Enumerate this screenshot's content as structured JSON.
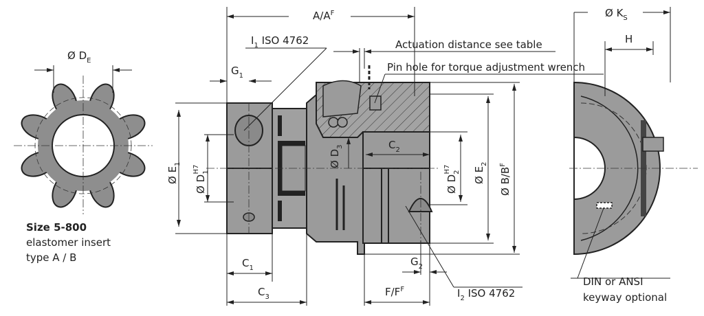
{
  "colors": {
    "metal": "#9b9b9b",
    "metal_dark": "#7a7a7a",
    "outline": "#222222",
    "background": "#ffffff"
  },
  "insert": {
    "dim_de": {
      "main": "Ø D",
      "sub": "E"
    },
    "caption_size": "Size 5-800",
    "caption_line2": "elastomer insert",
    "caption_line3": "type A / B"
  },
  "coupling": {
    "dim_a": {
      "main": "A/A",
      "sup": "F"
    },
    "screw1": {
      "main": "I",
      "sub": "1",
      "rest": " ISO 4762"
    },
    "g1": {
      "main": "G",
      "sub": "1"
    },
    "actuation": "Actuation distance see table",
    "pin_hole": "Pin hole for torque adjustment wrench",
    "e1": {
      "main": "Ø E",
      "sub": "1"
    },
    "d1": {
      "main": "Ø D",
      "sub": "1",
      "sup": "H7"
    },
    "d3": {
      "main": "Ø D",
      "sub": "3"
    },
    "c2": {
      "main": "C",
      "sub": "2"
    },
    "d2": {
      "main": "Ø D",
      "sub": "2",
      "sup": "H7"
    },
    "e2": {
      "main": "Ø E",
      "sub": "2"
    },
    "b": {
      "main": "Ø B/B",
      "sup": "F"
    },
    "c1": {
      "main": "C",
      "sub": "1"
    },
    "c3": {
      "main": "C",
      "sub": "3"
    },
    "g2": {
      "main": "G",
      "sub": "2"
    },
    "f": {
      "main": "F/F",
      "sup": "F"
    },
    "screw2": {
      "main": "I",
      "sub": "2",
      "rest": " ISO 4762"
    }
  },
  "side_view": {
    "ks": {
      "main": "Ø K",
      "sub": "S"
    },
    "h": "H",
    "keyway_line1": "DIN or ANSI",
    "keyway_line2": "keyway optional"
  }
}
